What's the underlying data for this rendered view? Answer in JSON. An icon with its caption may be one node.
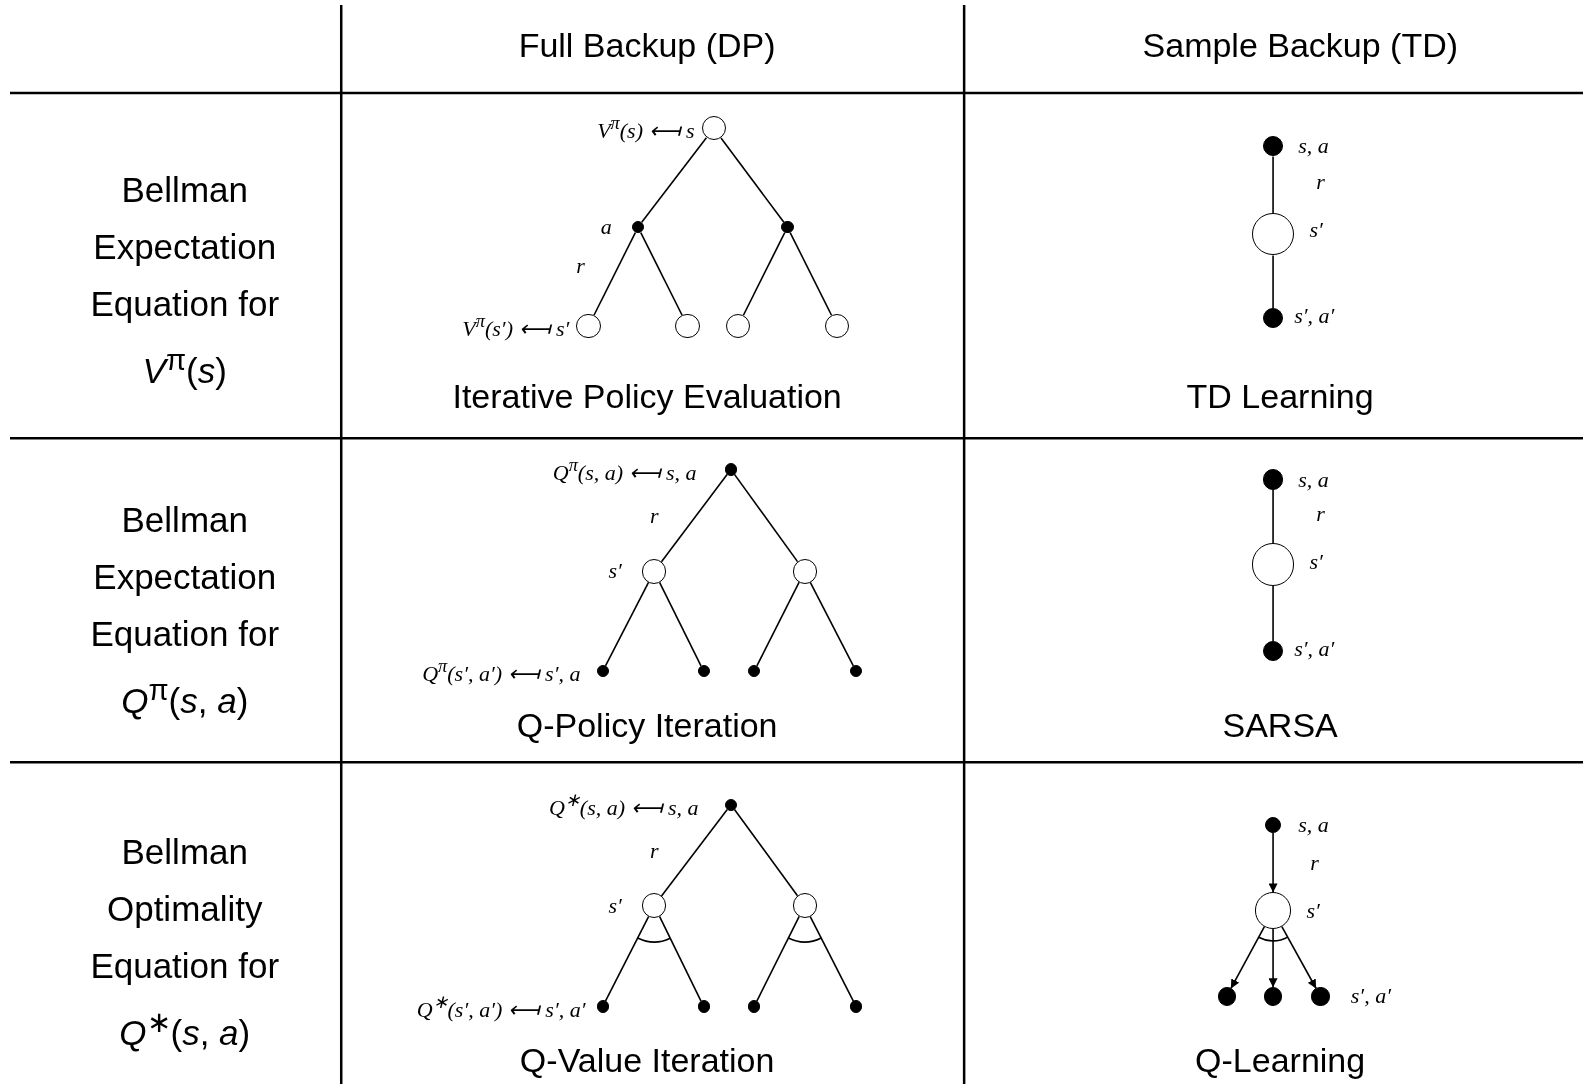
{
  "diagram": {
    "nodes": [
      {
        "text": [],
        "shape": "circle",
        "beside": [
          "V$^{π}$(s) ⟻ s"
        ]
      },
      {
        "text": [],
        "shape": "dot",
        "beside": [
          "a"
        ]
      },
      {
        "text": [],
        "shape": "dot"
      },
      {
        "text": [],
        "shape": "circle",
        "beside": [
          "V$^{π}$(s′) ⟻ s′"
        ]
      },
      {
        "text": [],
        "shape": "circle"
      },
      {
        "text": [],
        "shape": "circle"
      },
      {
        "text": [],
        "shape": "circle"
      },
      {
        "text": [],
        "shape": "dot",
        "beside": [
          "s, a"
        ]
      },
      {
        "text": [],
        "shape": "circle",
        "beside": [
          "s′"
        ]
      },
      {
        "text": [],
        "shape": "dot",
        "beside": [
          "s′, a′"
        ]
      },
      {
        "text": [],
        "shape": "dot",
        "beside": [
          "Q$^{π}$(s, a) ⟻ s, a"
        ]
      },
      {
        "text": [],
        "shape": "circle",
        "beside": [
          "s′"
        ]
      },
      {
        "text": [],
        "shape": "circle"
      },
      {
        "text": [],
        "shape": "dot",
        "beside": [
          "Q$^{π}$(s′, a′) ⟻ s′, a"
        ]
      },
      {
        "text": [],
        "shape": "dot"
      },
      {
        "text": [],
        "shape": "dot"
      },
      {
        "text": [],
        "shape": "dot"
      },
      {
        "text": [],
        "shape": "dot",
        "beside": [
          "s, a"
        ]
      },
      {
        "text": [],
        "shape": "circle",
        "beside": [
          "s′"
        ]
      },
      {
        "text": [],
        "shape": "dot",
        "beside": [
          "s′, a′"
        ]
      },
      {
        "text": [],
        "shape": "dot",
        "beside": [
          "Q$^{∗}$(s, a) ⟻ s, a"
        ]
      },
      {
        "text": [],
        "shape": "circle",
        "beside": [
          "s′"
        ]
      },
      {
        "text": [],
        "shape": "circle"
      },
      {
        "text": [],
        "shape": "dot",
        "beside": [
          "Q$^{∗}$(s′, a′) ⟻ s′, a′"
        ]
      },
      {
        "text": [],
        "shape": "dot"
      },
      {
        "text": [],
        "shape": "dot"
      },
      {
        "text": [],
        "shape": "dot"
      },
      {
        "text": [],
        "shape": "dot",
        "beside": [
          "s, a"
        ]
      },
      {
        "text": [],
        "shape": "circle",
        "beside": [
          "s′"
        ]
      },
      {
        "text": [],
        "shape": "dot"
      },
      {
        "text": [],
        "shape": "dot"
      },
      {
        "text": [],
        "shape": "dot",
        "beside": [
          "s′, a′"
        ]
      }
    ],
    "edges": [
      {
        "from": 0,
        "to": 1,
        "arrow": "none"
      },
      {
        "from": 0,
        "to": 2,
        "arrow": "none"
      },
      {
        "from": 1,
        "to": 3,
        "arrow": "none",
        "label": "r"
      },
      {
        "from": 1,
        "to": 4,
        "arrow": "none"
      },
      {
        "from": 2,
        "to": 5,
        "arrow": "none"
      },
      {
        "from": 2,
        "to": 6,
        "arrow": "none"
      },
      {
        "from": 7,
        "to": 8,
        "arrow": "none",
        "label": "r"
      },
      {
        "from": 8,
        "to": 9,
        "arrow": "none"
      },
      {
        "from": 10,
        "to": 11,
        "arrow": "none",
        "label": "r"
      },
      {
        "from": 10,
        "to": 12,
        "arrow": "none"
      },
      {
        "from": 11,
        "to": 13,
        "arrow": "none"
      },
      {
        "from": 11,
        "to": 14,
        "arrow": "none"
      },
      {
        "from": 12,
        "to": 15,
        "arrow": "none"
      },
      {
        "from": 12,
        "to": 16,
        "arrow": "none"
      },
      {
        "from": 17,
        "to": 18,
        "arrow": "none",
        "label": "r"
      },
      {
        "from": 18,
        "to": 19,
        "arrow": "none"
      },
      {
        "from": 20,
        "to": 21,
        "arrow": "none",
        "label": "r"
      },
      {
        "from": 20,
        "to": 22,
        "arrow": "none"
      },
      {
        "from": 21,
        "to": 23,
        "arrow": "none"
      },
      {
        "from": 21,
        "to": 24,
        "arrow": "none"
      },
      {
        "from": 22,
        "to": 25,
        "arrow": "none"
      },
      {
        "from": 22,
        "to": 26,
        "arrow": "none"
      },
      {
        "from": 27,
        "to": 28,
        "arrow": "to",
        "label": "r"
      },
      {
        "from": 28,
        "to": 29,
        "arrow": "to"
      },
      {
        "from": 28,
        "to": 30,
        "arrow": "to"
      },
      {
        "from": 28,
        "to": 31,
        "arrow": "to"
      }
    ],
    "labels": [
      "Full Backup (DP)",
      "Sample Backup (TD)",
      "Bellman Expectation Equation for *V*$^{π}$(*s*)",
      "Iterative Policy Evaluation",
      "TD Learning",
      "Bellman Expectation Equation for *Q*$^{π}$(*s*, *a*)",
      "Q-Policy Iteration",
      "SARSA",
      "Bellman Optimality Equation for *Q*$^{∗}$(*s*, *a*)",
      "Q-Value Iteration",
      "Q-Learning"
    ]
  }
}
